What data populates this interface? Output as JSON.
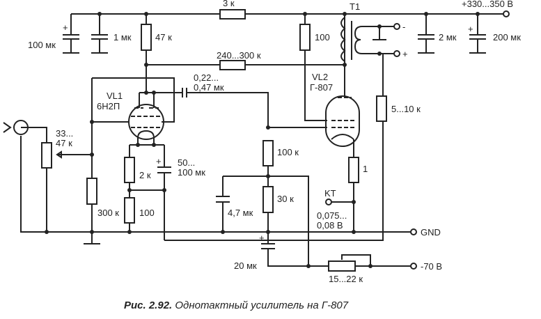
{
  "labels": {
    "r_3k": "3 к",
    "supply": "+330...350 В",
    "t1": "T1",
    "c_100mk": "100 мк",
    "c_1mk": "1 мк",
    "r_47k": "47 к",
    "r_100_top": "100",
    "r_240": "240...300 к",
    "c_2mk": "2 мк",
    "c_200mk": "200 мк",
    "minus": "-",
    "plus": "+",
    "c_coupling_1": "0,22...",
    "c_coupling_2": "0,47 мк",
    "vl1_name": "VL1",
    "vl1_type": "6Н2П",
    "vl2_name": "VL2",
    "vl2_type": "Г-807",
    "r_5_10k": "5...10 к",
    "pot_1": "33...",
    "pot_2": "47 к",
    "r_100k": "100 к",
    "r_2k": "2 к",
    "c_50_1": "50...",
    "c_50_2": "100 мк",
    "r_1": "1",
    "c_4_7": "4,7 мк",
    "r_30k": "30 к",
    "kt": "KT",
    "kt_v1": "0,075...",
    "kt_v2": "0,08 В",
    "r_300k": "300 к",
    "r_100_bot": "100",
    "gnd": "GND",
    "c_20mk": "20 мк",
    "neg_supply": "-70 В",
    "r_15_22k": "15...22 к"
  },
  "caption": {
    "number": "Рис. 2.92.",
    "text": "Однотактный усилитель на Г-807"
  }
}
